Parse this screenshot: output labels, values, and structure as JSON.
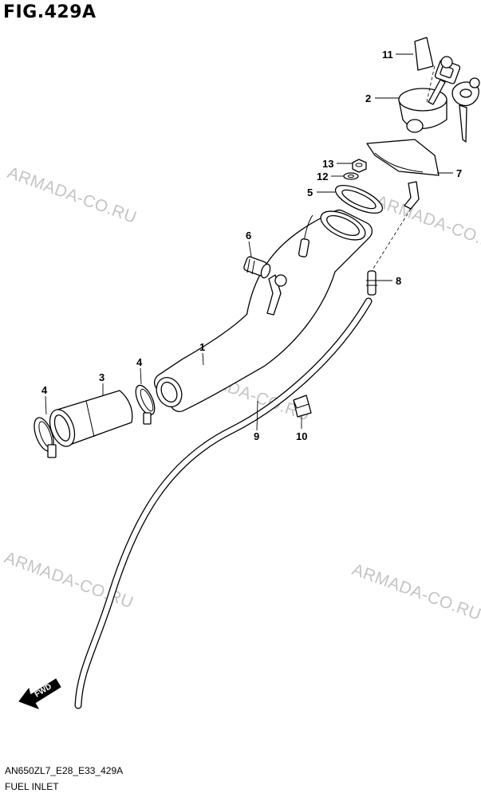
{
  "figure": {
    "title": "FIG.429A",
    "code": "AN650ZL7_E28_E33_429A",
    "name": "FUEL INLET"
  },
  "watermark": "ARMADA-CO.RU",
  "direction_marker": {
    "label": "FWD",
    "icon": "fwd-arrow-icon"
  },
  "callouts": [
    "1",
    "2",
    "3",
    "4",
    "4",
    "5",
    "6",
    "7",
    "8",
    "9",
    "10",
    "11",
    "12",
    "13"
  ],
  "colors": {
    "line": "#000000",
    "watermark": "#c4c4c4",
    "background": "#ffffff"
  }
}
